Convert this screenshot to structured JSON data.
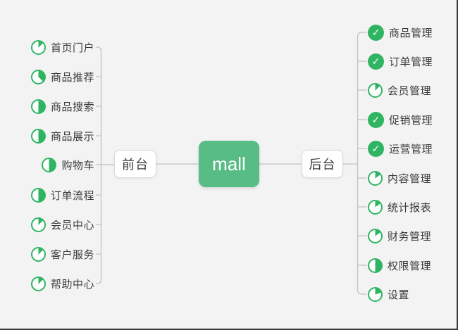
{
  "colors": {
    "icon_green": "#2fb562",
    "node_green": "#57bd84",
    "line": "#c2c2c2",
    "text": "#3a3a3a",
    "background": "#f3f3f3"
  },
  "center": {
    "label": "mall"
  },
  "left_branch": {
    "label": "前台",
    "items": [
      {
        "label": "首页门户",
        "icon": "pie",
        "fraction": 0.125
      },
      {
        "label": "商品推荐",
        "icon": "pie",
        "fraction": 0.375
      },
      {
        "label": "商品搜索",
        "icon": "pie",
        "fraction": 0.5
      },
      {
        "label": "商品展示",
        "icon": "pie",
        "fraction": 0.5
      },
      {
        "label": "购物车",
        "icon": "pie",
        "fraction": 0.5
      },
      {
        "label": "订单流程",
        "icon": "pie",
        "fraction": 0.5
      },
      {
        "label": "会员中心",
        "icon": "pie",
        "fraction": 0.125
      },
      {
        "label": "客户服务",
        "icon": "pie",
        "fraction": 0.125
      },
      {
        "label": "帮助中心",
        "icon": "pie",
        "fraction": 0.125
      }
    ]
  },
  "right_branch": {
    "label": "后台",
    "items": [
      {
        "label": "商品管理",
        "icon": "check"
      },
      {
        "label": "订单管理",
        "icon": "check"
      },
      {
        "label": "会员管理",
        "icon": "pie",
        "fraction": 0.125
      },
      {
        "label": "促销管理",
        "icon": "check"
      },
      {
        "label": "运营管理",
        "icon": "check"
      },
      {
        "label": "内容管理",
        "icon": "pie",
        "fraction": 0.15
      },
      {
        "label": "统计报表",
        "icon": "pie",
        "fraction": 0.15
      },
      {
        "label": "财务管理",
        "icon": "pie",
        "fraction": 0.15
      },
      {
        "label": "权限管理",
        "icon": "pie",
        "fraction": 0.5
      },
      {
        "label": "设置",
        "icon": "pie",
        "fraction": 0.2
      }
    ]
  }
}
